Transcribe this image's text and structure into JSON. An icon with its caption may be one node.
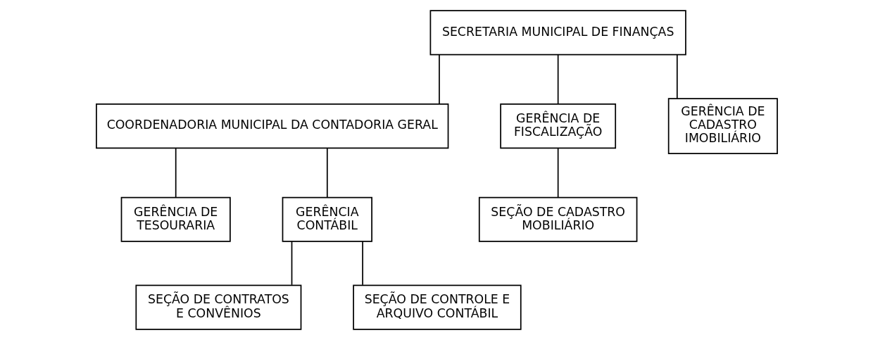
{
  "diagram": {
    "nodes": [
      {
        "text": [
          "SECRETARIA MUNICIPAL DE FINANÇAS"
        ]
      },
      {
        "text": [
          "COORDENADORIA MUNICIPAL DA CONTADORIA GERAL"
        ]
      },
      {
        "text": [
          "GERÊNCIA DE FISCALIZAÇÃO"
        ]
      },
      {
        "text": [
          "GERÊNCIA DE CADASTRO IMOBILIÁRIO"
        ]
      },
      {
        "text": [
          "GERÊNCIA DE TESOURARIA"
        ]
      },
      {
        "text": [
          "GERÊNCIA CONTÁBIL"
        ]
      },
      {
        "text": [
          "SEÇÃO DE CADASTRO MOBILIÁRIO"
        ]
      },
      {
        "text": [
          "SEÇÃO DE CONTRATOS E CONVÊNIOS"
        ]
      },
      {
        "text": [
          "SEÇÃO DE CONTROLE E ARQUIVO CONTÁBIL"
        ]
      }
    ],
    "edges": [
      {
        "from": 0,
        "to": 2,
        "arrow": "none"
      },
      {
        "from": 0,
        "to": 3,
        "arrow": "none"
      },
      {
        "from": 0,
        "to": 1,
        "arrow": "none"
      },
      {
        "from": 1,
        "to": 4,
        "arrow": "none"
      },
      {
        "from": 1,
        "to": 5,
        "arrow": "none"
      },
      {
        "from": 2,
        "to": 6,
        "arrow": "none"
      },
      {
        "from": 5,
        "to": 7,
        "arrow": "none"
      },
      {
        "from": 5,
        "to": 8,
        "arrow": "none"
      }
    ]
  }
}
